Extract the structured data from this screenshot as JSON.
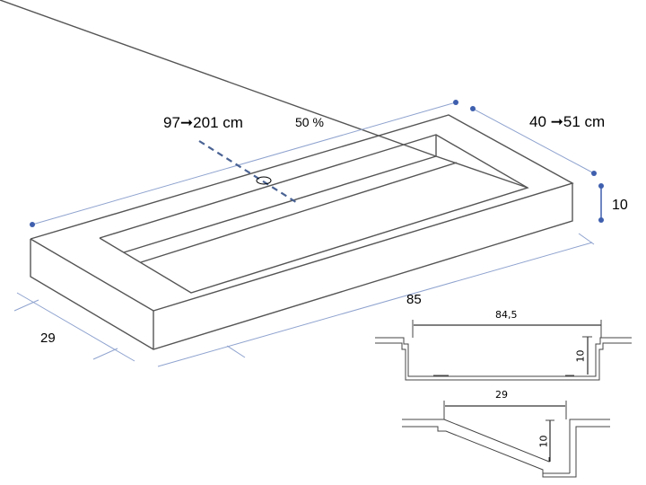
{
  "labels": {
    "length_range": "97➞201 cm",
    "slope_percent": "50 %",
    "width_range": "40 ➞51 cm",
    "height": "10",
    "basin_length": "85",
    "basin_width": "29"
  },
  "section_long": {
    "width": "84,5",
    "depth": "10"
  },
  "section_cross": {
    "width": "29",
    "depth": "10"
  },
  "colors": {
    "line": "#555555",
    "dimension": "#3f5fae",
    "dimension_line": "#8fa3cf"
  }
}
